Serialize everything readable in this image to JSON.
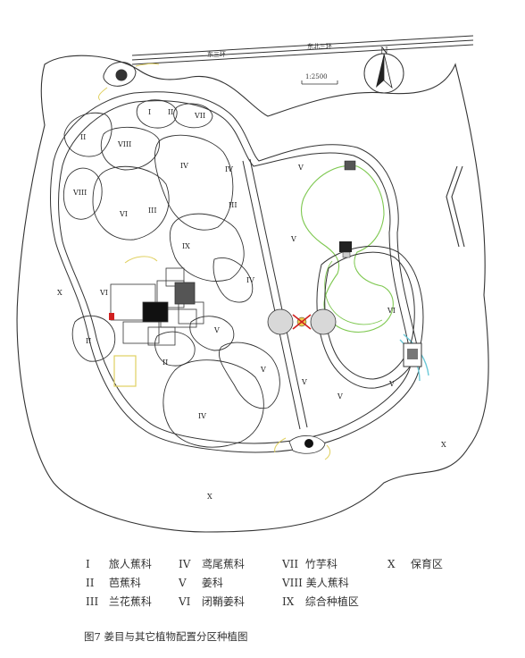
{
  "road": {
    "label_left": "东三环",
    "label_right": "东北三环"
  },
  "scale": {
    "label": "1:2500"
  },
  "north": {
    "label": "N"
  },
  "zones": {
    "I": "I",
    "II": "II",
    "III": "III",
    "IV": "IV",
    "V": "V",
    "VI": "VI",
    "VII": "VII",
    "VIII": "VIII",
    "IX": "IX",
    "X": "X"
  },
  "legend": [
    {
      "num": "I",
      "name": "旅人蕉科"
    },
    {
      "num": "II",
      "name": "芭蕉科"
    },
    {
      "num": "III",
      "name": "兰花蕉科"
    },
    {
      "num": "IV",
      "name": "鸢尾蕉科"
    },
    {
      "num": "V",
      "name": "姜科"
    },
    {
      "num": "VI",
      "name": "闭鞘姜科"
    },
    {
      "num": "VII",
      "name": "竹芋科"
    },
    {
      "num": "VIII",
      "name": "美人蕉科"
    },
    {
      "num": "IX",
      "name": "综合种植区"
    },
    {
      "num": "X",
      "name": "保育区"
    }
  ],
  "caption": "图7   姜目与其它植物配置分区种植图"
}
